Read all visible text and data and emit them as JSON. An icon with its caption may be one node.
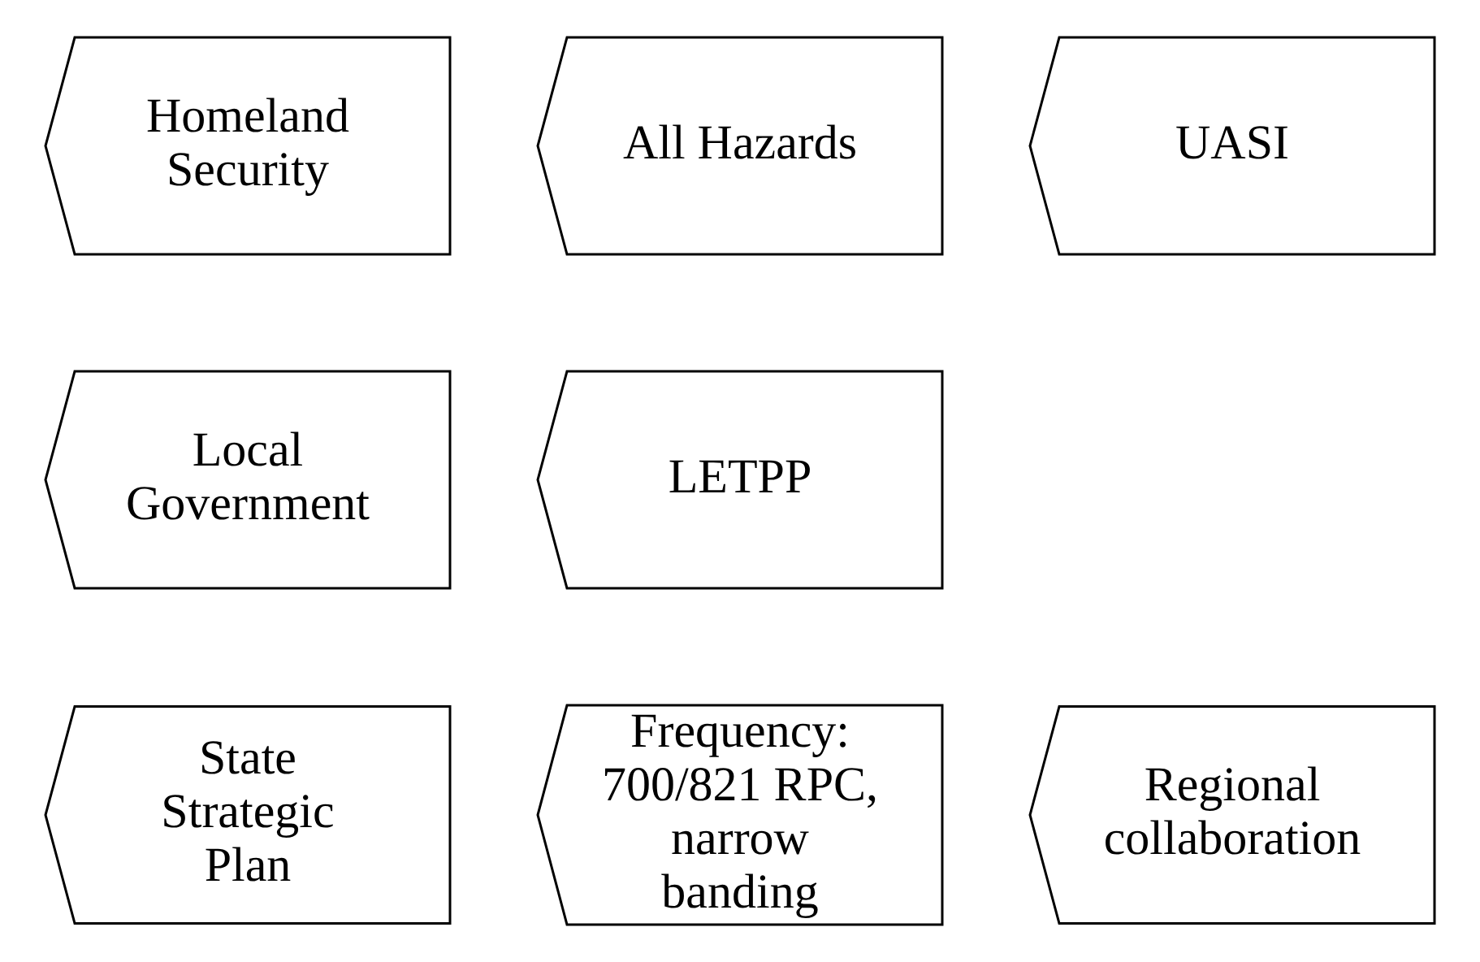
{
  "diagram": {
    "nodes": [
      {
        "text": [
          "Homeland Security"
        ]
      },
      {
        "text": [
          "All Hazards"
        ]
      },
      {
        "text": [
          "UASI"
        ]
      },
      {
        "text": [
          "Local Government"
        ]
      },
      {
        "text": [
          "LETPP"
        ]
      },
      {
        "text": [
          "State Strategic Plan"
        ]
      },
      {
        "text": [
          "Frequency: 700/821 RPC, narrow banding"
        ]
      },
      {
        "text": [
          "Regional collaboration"
        ]
      }
    ]
  }
}
